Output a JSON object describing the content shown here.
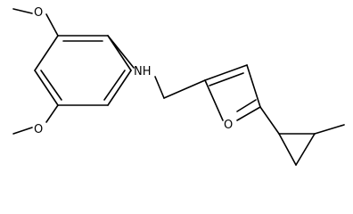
{
  "molecule": {
    "labels": {
      "methoxy_top_oxygen": "O",
      "methoxy_bottom_oxygen": "O",
      "amine": "NH",
      "furan_oxygen": "O"
    }
  }
}
